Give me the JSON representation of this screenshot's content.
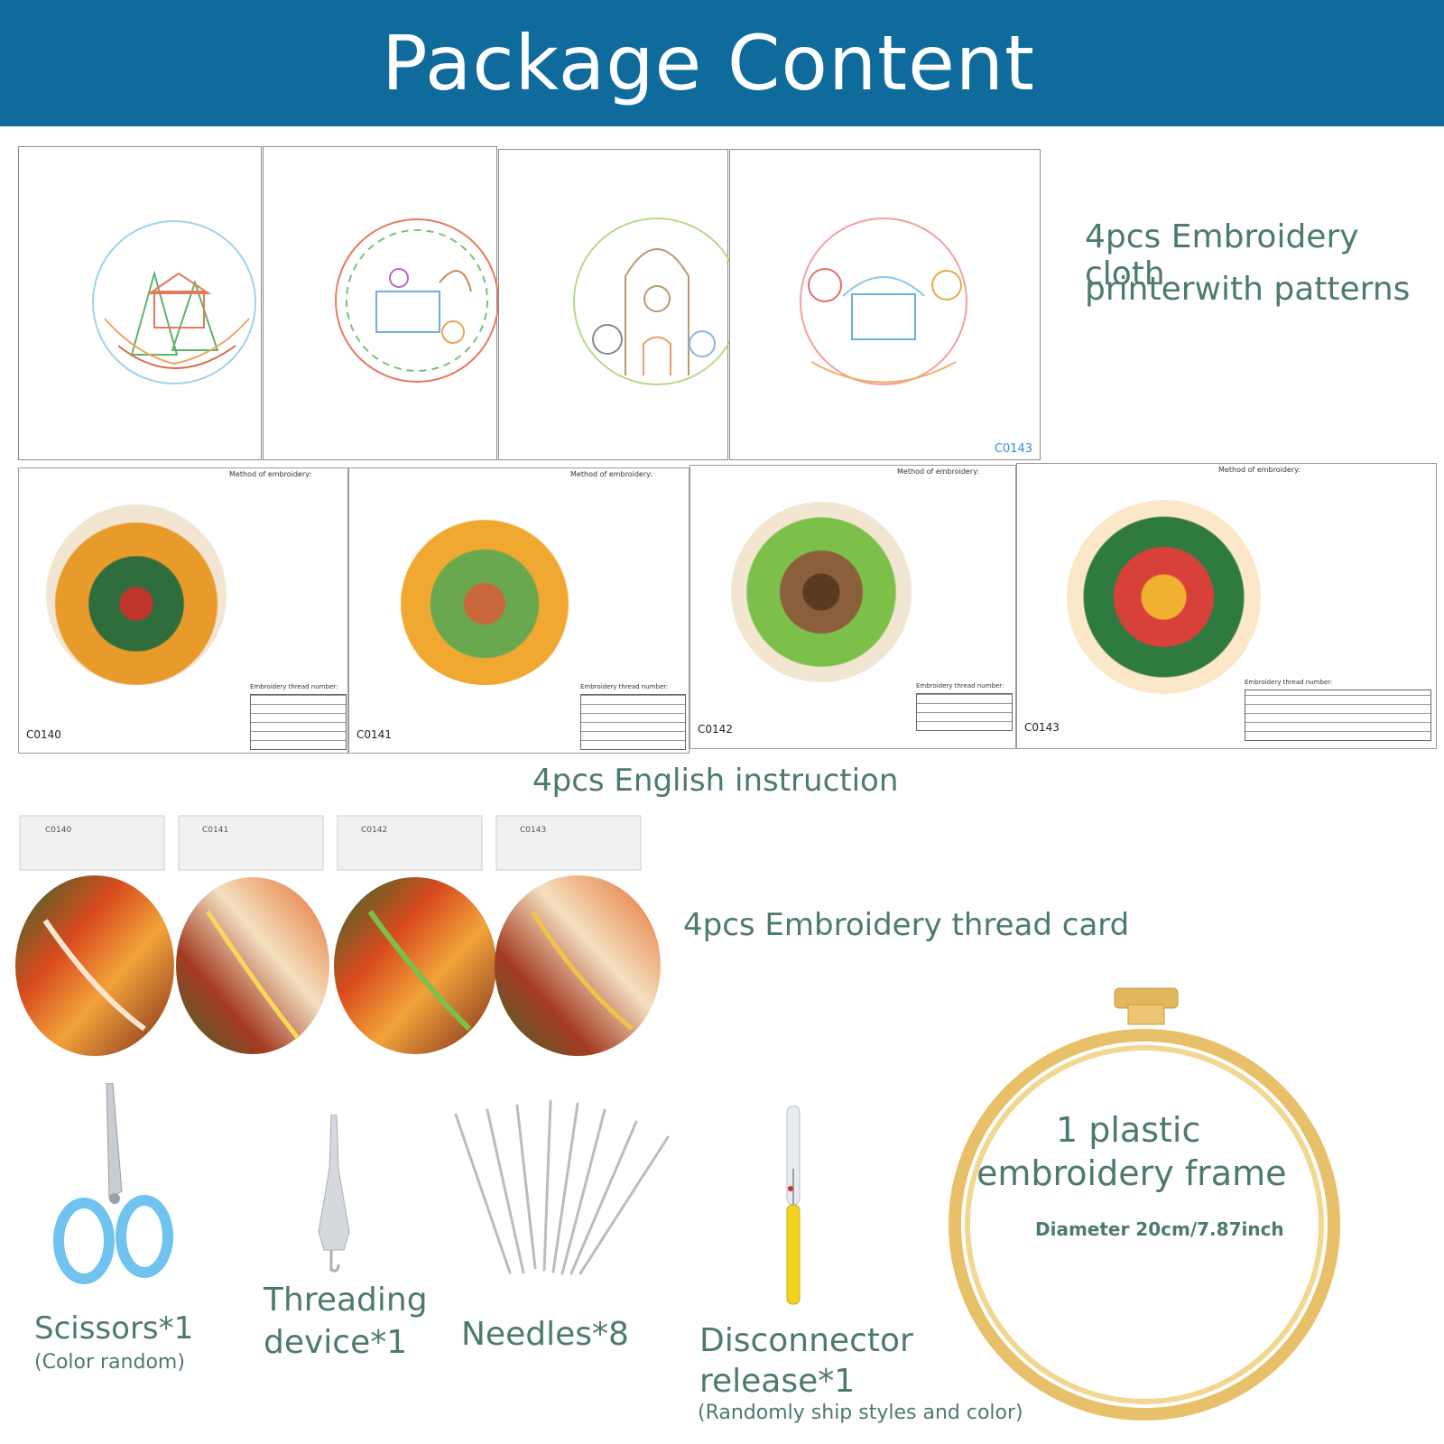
{
  "header": {
    "title": "Package Content"
  },
  "cloth": {
    "caption_line1": "4pcs Embroidery cloth",
    "caption_line2": "printerwith patterns",
    "last_code": "C0143"
  },
  "instructions": {
    "caption": "4pcs English instruction",
    "method_label": "Method of embroidery:",
    "thread_label": "Embroidery thread number:",
    "codes": [
      "C0140",
      "C0141",
      "C0142",
      "C0143"
    ]
  },
  "threads": {
    "caption": "4pcs Embroidery thread card",
    "codes": [
      "C0140",
      "C0141",
      "C0142",
      "C0143"
    ]
  },
  "tools": {
    "scissors_label": "Scissors*1",
    "scissors_note": "(Color random)",
    "threader_line1": "Threading",
    "threader_line2": "device*1",
    "needles_label": "Needles*8",
    "ripper_line1": "Disconnector",
    "ripper_line2": "release*1",
    "ripper_note": "(Randomly ship styles and color)"
  },
  "frame": {
    "line1": "1 plastic",
    "line2": "embroidery frame",
    "diameter": "Diameter 20cm/7.87inch"
  },
  "colors": {
    "header_bg": "#0e6b9c",
    "caption_text": "#4d7a6e",
    "hoop": "#e8c06a"
  }
}
